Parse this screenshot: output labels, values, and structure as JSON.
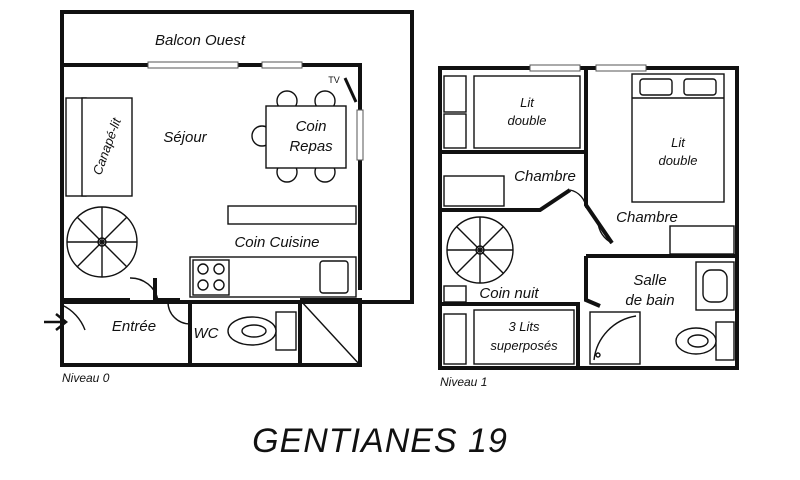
{
  "title": "GENTIANES 19",
  "levels": {
    "level0": {
      "label": "Niveau 0",
      "rooms": {
        "balcon": "Balcon Ouest",
        "sejour": "Séjour",
        "canape": "Canapé-lit",
        "coin_repas_1": "Coin",
        "coin_repas_2": "Repas",
        "tv": "TV",
        "cuisine": "Coin Cuisine",
        "entree": "Entrée",
        "wc": "WC"
      }
    },
    "level1": {
      "label": "Niveau 1",
      "rooms": {
        "lit1_a": "Lit",
        "lit1_b": "double",
        "chambre1": "Chambre",
        "lit2_a": "Lit",
        "lit2_b": "double",
        "chambre2": "Chambre",
        "coin_nuit": "Coin nuit",
        "salle_a": "Salle",
        "salle_b": "de bain",
        "lits3_a": "3 Lits",
        "lits3_b": "superposés"
      }
    }
  }
}
